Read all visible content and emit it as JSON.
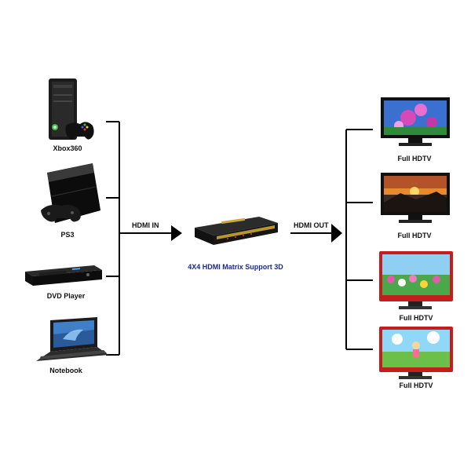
{
  "sources": [
    {
      "label": "Xbox360",
      "icon": "xbox360-console-icon"
    },
    {
      "label": "PS3",
      "icon": "ps3-console-icon"
    },
    {
      "label": "DVD Player",
      "icon": "dvd-player-icon"
    },
    {
      "label": "Notebook",
      "icon": "notebook-laptop-icon"
    }
  ],
  "input_label": "HDMI IN",
  "device_label": "4X4 HDMI Matrix Support 3D",
  "device_icon": "hdmi-matrix-switch-icon",
  "output_label": "HDMI OUT",
  "outputs": [
    {
      "label": "Full HDTV",
      "icon": "tv-flower-icon"
    },
    {
      "label": "Full HDTV",
      "icon": "tv-sunset-icon"
    },
    {
      "label": "Full HDTV",
      "icon": "tv-garden-icon"
    },
    {
      "label": "Full HDTV",
      "icon": "tv-cartoon-icon"
    }
  ],
  "colors": {
    "line": "#000000",
    "device_label": "#1a2a8a",
    "accent_red": "#c41d1d"
  }
}
